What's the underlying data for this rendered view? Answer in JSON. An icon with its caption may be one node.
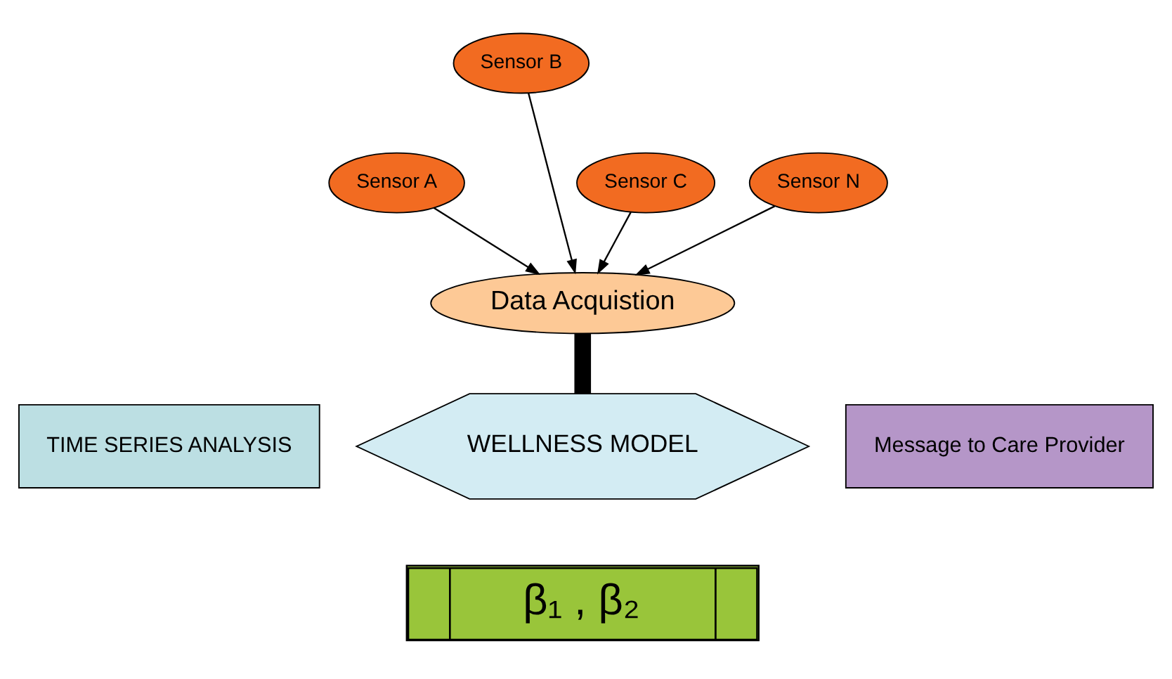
{
  "diagram": {
    "nodes": [
      {
        "text": [
          "Sensor A"
        ]
      },
      {
        "text": [
          "Sensor B"
        ]
      },
      {
        "text": [
          "Sensor C"
        ]
      },
      {
        "text": [
          "Sensor N"
        ]
      },
      {
        "text": [
          "Data Acquistion"
        ]
      },
      {
        "text": [
          "TIME SERIES ANALYSIS"
        ]
      },
      {
        "text": [
          "WELLNESS MODEL"
        ]
      },
      {
        "text": [
          "Message to Care Provider"
        ]
      },
      {
        "text": [
          "β₁ , β₂"
        ]
      }
    ],
    "edges": [
      {
        "from": 0,
        "to": 4,
        "arrow": "to"
      },
      {
        "from": 1,
        "to": 4,
        "arrow": "to"
      },
      {
        "from": 2,
        "to": 4,
        "arrow": "to"
      },
      {
        "from": 3,
        "to": 4,
        "arrow": "to"
      },
      {
        "from": 4,
        "to": 6,
        "arrow": "none",
        "style": "thick"
      }
    ]
  }
}
